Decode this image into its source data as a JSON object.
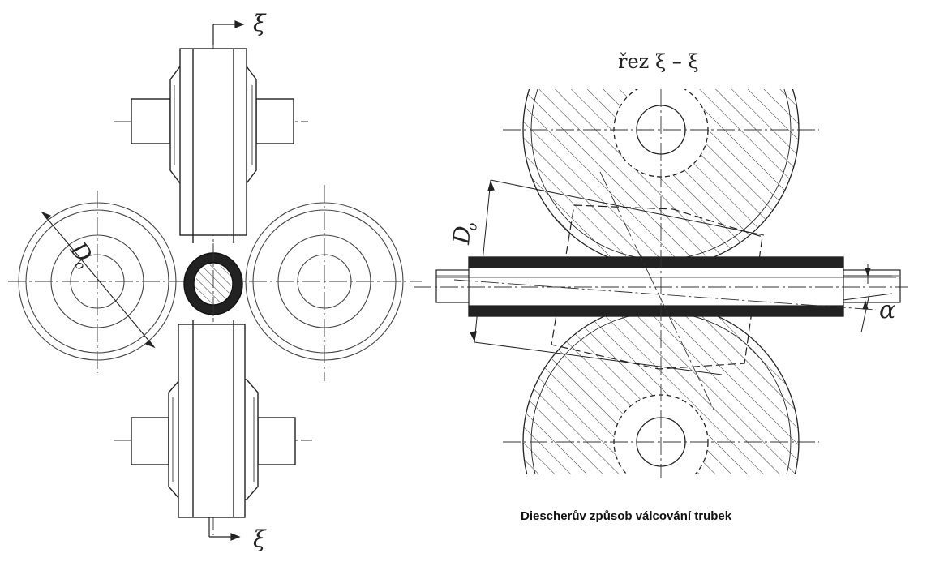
{
  "labels": {
    "xi": "ξ",
    "section_title": "řez ξ – ξ",
    "diameter_symbol": "D",
    "diameter_subscript": "o",
    "angle_symbol": "α"
  },
  "caption": "Diescherův způsob válcování trubek"
}
